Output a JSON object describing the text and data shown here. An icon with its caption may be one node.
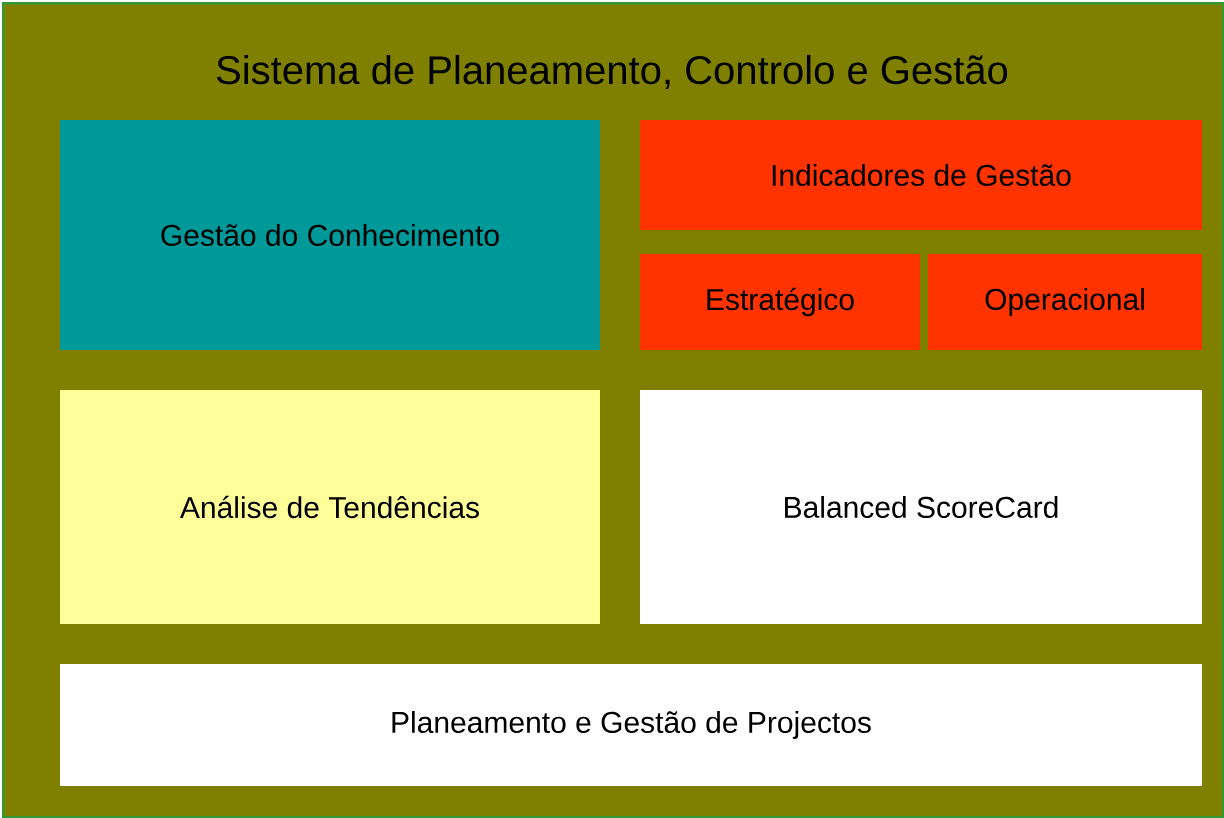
{
  "diagram": {
    "nodes": [
      {
        "text": [
          "Sistema de Planeamento, Controlo e Gestão"
        ]
      },
      {
        "text": [
          "Gestão do Conhecimento"
        ],
        "in": 0
      },
      {
        "text": [
          "Indicadores de Gestão"
        ],
        "in": 0
      },
      {
        "text": [
          "Estratégico"
        ],
        "in": 0
      },
      {
        "text": [
          "Operacional"
        ],
        "in": 0
      },
      {
        "text": [
          "Análise de Tendências"
        ],
        "in": 0
      },
      {
        "text": [
          "Balanced ScoreCard"
        ],
        "in": 0
      },
      {
        "text": [
          "Planeamento e Gestão de Projectos"
        ],
        "in": 0
      }
    ]
  }
}
